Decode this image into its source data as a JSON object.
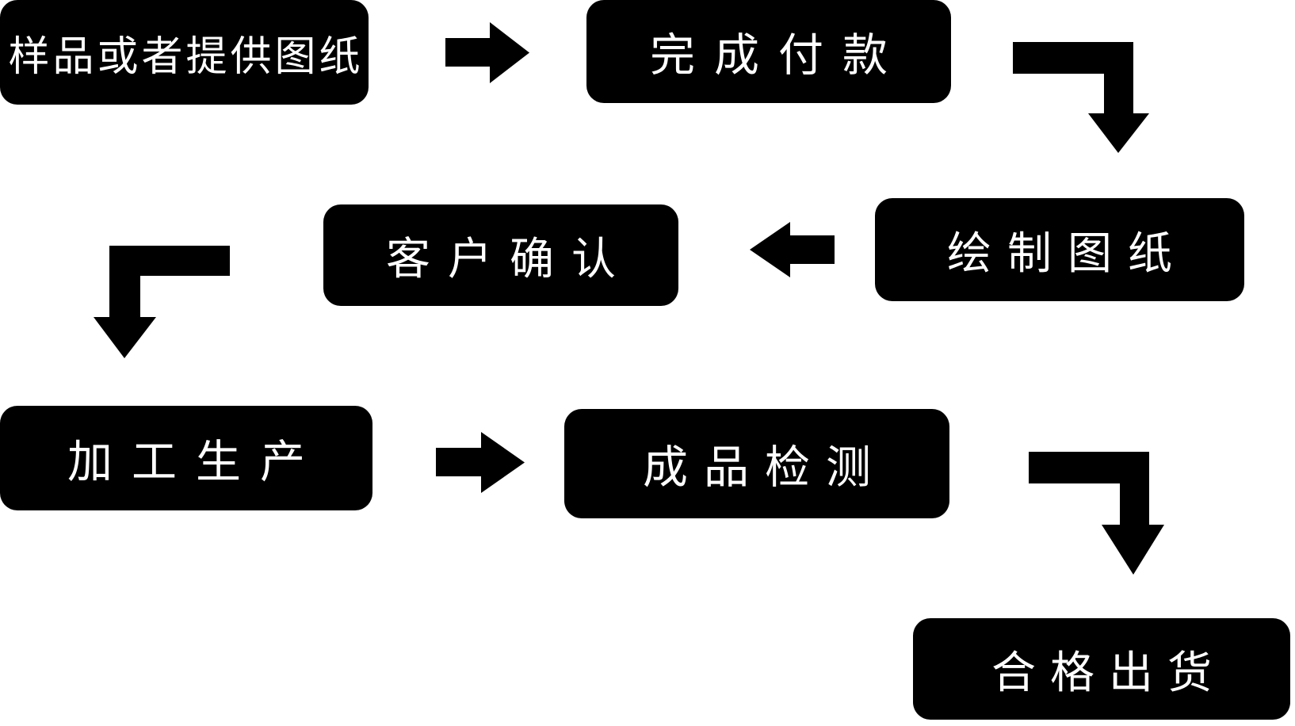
{
  "diagram": {
    "colors": {
      "background": "#ffffff",
      "node_bg": "#000000",
      "node_text": "#ffffff",
      "arrow": "#000000"
    },
    "nodes": [
      {
        "id": "sample-or-drawing",
        "label": "样品或者提供图纸"
      },
      {
        "id": "complete-payment",
        "label": "完成付款"
      },
      {
        "id": "customer-confirmation",
        "label": "客户确认"
      },
      {
        "id": "draw-drawings",
        "label": "绘制图纸"
      },
      {
        "id": "processing-production",
        "label": "加工生产"
      },
      {
        "id": "product-inspection",
        "label": "成品检测"
      },
      {
        "id": "qualified-shipment",
        "label": "合格出货"
      }
    ],
    "edges": [
      {
        "from": "sample-or-drawing",
        "to": "complete-payment",
        "arrow": "right"
      },
      {
        "from": "complete-payment",
        "to": "draw-drawings",
        "arrow": "elbow-right-down"
      },
      {
        "from": "draw-drawings",
        "to": "customer-confirmation",
        "arrow": "left"
      },
      {
        "from": "customer-confirmation",
        "to": "processing-production",
        "arrow": "elbow-left-down"
      },
      {
        "from": "processing-production",
        "to": "product-inspection",
        "arrow": "right"
      },
      {
        "from": "product-inspection",
        "to": "qualified-shipment",
        "arrow": "elbow-right-down"
      }
    ]
  }
}
